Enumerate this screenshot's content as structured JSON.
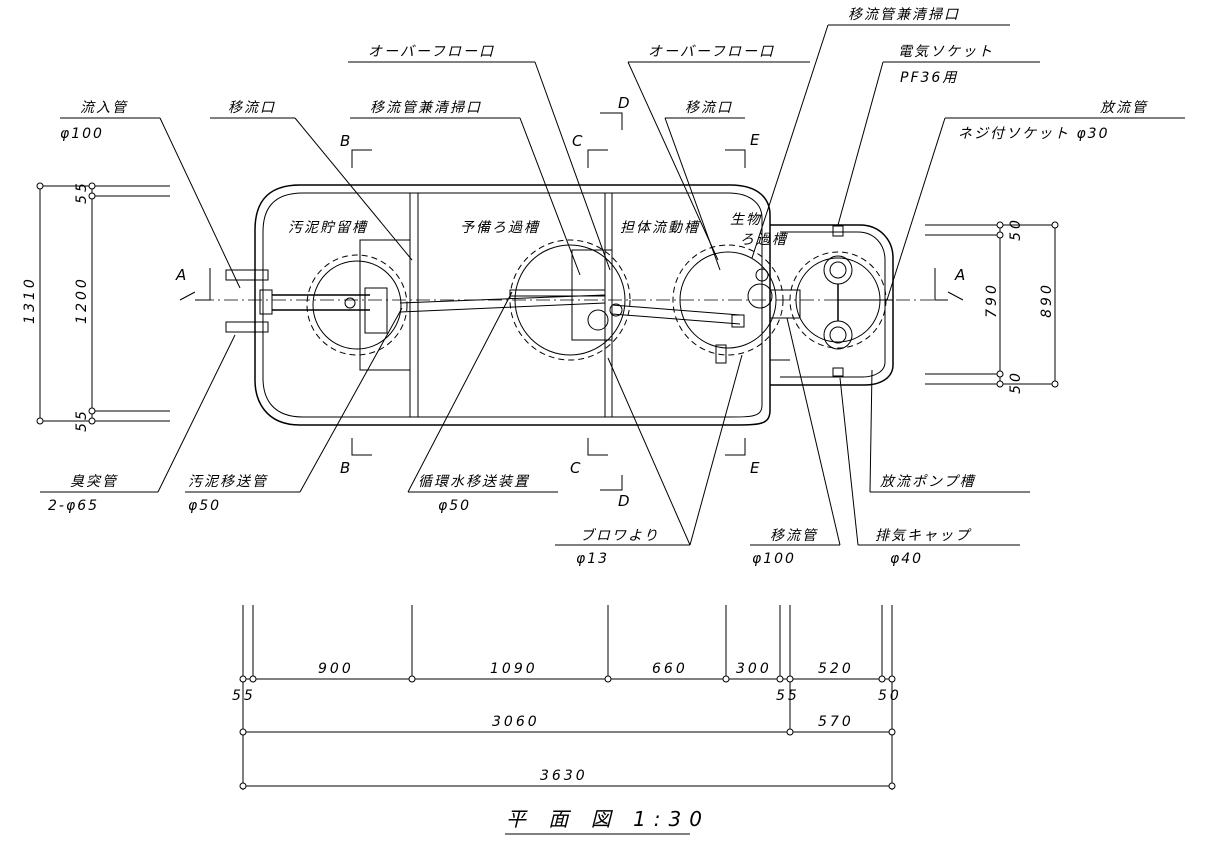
{
  "drawing": {
    "title": "平 面 図 1:30"
  },
  "labels": {
    "inflow_pipe": "流入管",
    "inflow_pipe_size": "φ100",
    "transfer_port_1": "移流口",
    "transfer_cleanout_1": "移流管兼清掃口",
    "overflow_1": "オーバーフロー口",
    "overflow_2": "オーバーフロー口",
    "transfer_port_2": "移流口",
    "transfer_cleanout_2": "移流管兼清掃口",
    "electric_socket": "電気ソケット",
    "electric_socket_spec": "PF36用",
    "discharge_pipe": "放流管",
    "discharge_pipe_spec": "ネジ付ソケット φ30",
    "vent_pipe": "臭突管",
    "vent_pipe_size": "2-φ65",
    "sludge_transfer_pipe": "汚泥移送管",
    "sludge_transfer_size": "φ50",
    "circulation_device": "循環水移送装置",
    "circulation_size": "φ50",
    "from_blower": "ブロワより",
    "from_blower_size": "φ13",
    "transfer_pipe": "移流管",
    "transfer_pipe_size": "φ100",
    "exhaust_cap": "排気キャップ",
    "exhaust_cap_size": "φ40",
    "discharge_pump_tank": "放流ポンプ槽"
  },
  "chambers": {
    "sludge_storage": "汚泥貯留槽",
    "spare_filter": "予備ろ過槽",
    "carrier_fluid": "担体流動槽",
    "bio_filter_1": "生物",
    "bio_filter_2": "ろ過槽"
  },
  "sections": {
    "a": "A",
    "b": "B",
    "c": "C",
    "d": "D",
    "e": "E"
  },
  "dimensions": {
    "left_outer": "1310",
    "left_inner": "1200",
    "left_top_offset": "55",
    "left_bottom_offset": "55",
    "right_outer": "890",
    "right_inner": "790",
    "right_top_offset": "50",
    "right_bottom_offset": "50",
    "seg_900": "900",
    "seg_1090": "1090",
    "seg_660": "660",
    "seg_300": "300",
    "seg_520": "520",
    "end_55a": "55",
    "end_55b": "55",
    "end_50": "50",
    "total_3060": "3060",
    "total_570": "570",
    "total_3630": "3630"
  }
}
